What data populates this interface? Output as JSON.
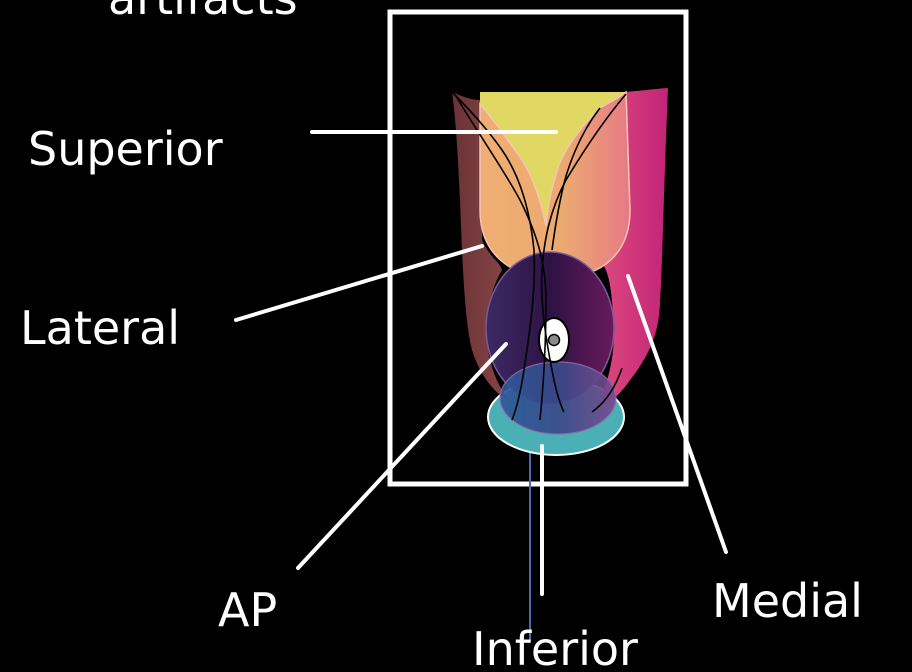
{
  "top_caption": "artifacts",
  "labels": {
    "superior": "Superior",
    "lateral": "Lateral",
    "ap": "AP",
    "inferior": "Inferior",
    "medial": "Medial"
  },
  "colors": {
    "background": "#000000",
    "frame": "#ffffff",
    "superior_region": "#e0d862",
    "lateral_region": "#7a3a3a",
    "medial_region": "#d02c7c",
    "central_region": "#ecae74",
    "ap_region": "#3a1f5e",
    "inferior_region": "#4ab0b6"
  }
}
